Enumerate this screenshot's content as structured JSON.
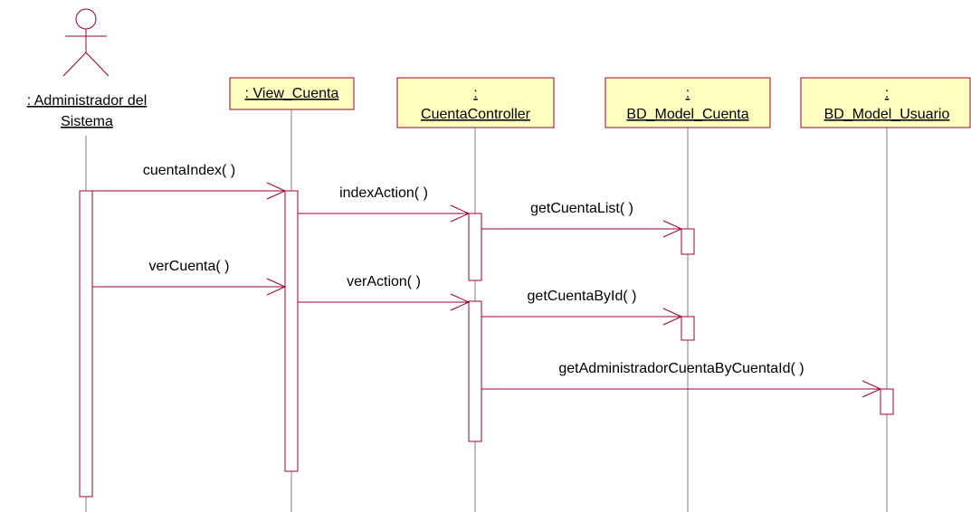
{
  "actor": {
    "label_line1": ": Administrador del",
    "label_line2": "Sistema"
  },
  "objects": [
    {
      "id": "view",
      "line1": ": View_Cuenta"
    },
    {
      "id": "controller",
      "line1": ":",
      "line2": "CuentaController"
    },
    {
      "id": "model_cuenta",
      "line1": ":",
      "line2": "BD_Model_Cuenta"
    },
    {
      "id": "model_usuario",
      "line1": ":",
      "line2": "BD_Model_Usuario"
    }
  ],
  "messages": [
    {
      "from": "actor",
      "to": "view",
      "label": "cuentaIndex( )"
    },
    {
      "from": "view",
      "to": "controller",
      "label": "indexAction( )"
    },
    {
      "from": "controller",
      "to": "model_cuenta",
      "label": "getCuentaList( )"
    },
    {
      "from": "actor",
      "to": "view",
      "label": "verCuenta( )"
    },
    {
      "from": "view",
      "to": "controller",
      "label": "verAction( )"
    },
    {
      "from": "controller",
      "to": "model_cuenta",
      "label": "getCuentaById( )"
    },
    {
      "from": "controller",
      "to": "model_usuario",
      "label": "getAdministradorCuentaByCuentaId( )"
    }
  ],
  "colors": {
    "line": "#990033",
    "box_fill": "#ffffc0",
    "lifeline": "#7f7f7f"
  }
}
